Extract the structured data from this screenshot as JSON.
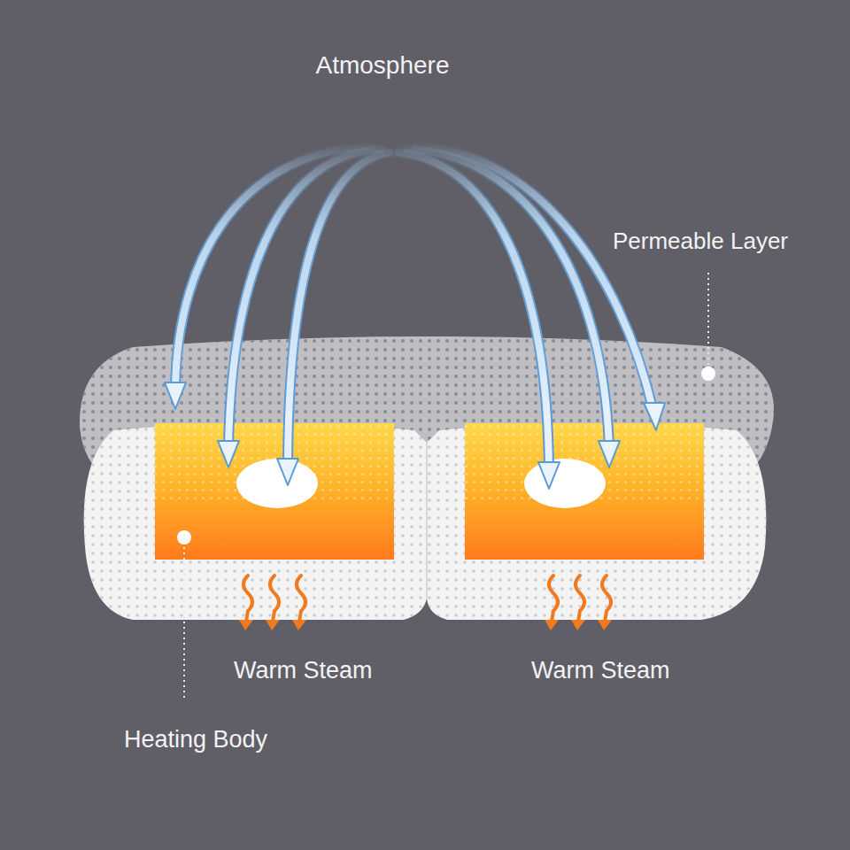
{
  "diagram": {
    "labels": [
      "Atmosphere",
      "Permeable Layer",
      "Warm Steam",
      "Warm Steam",
      "Heating Body"
    ]
  }
}
